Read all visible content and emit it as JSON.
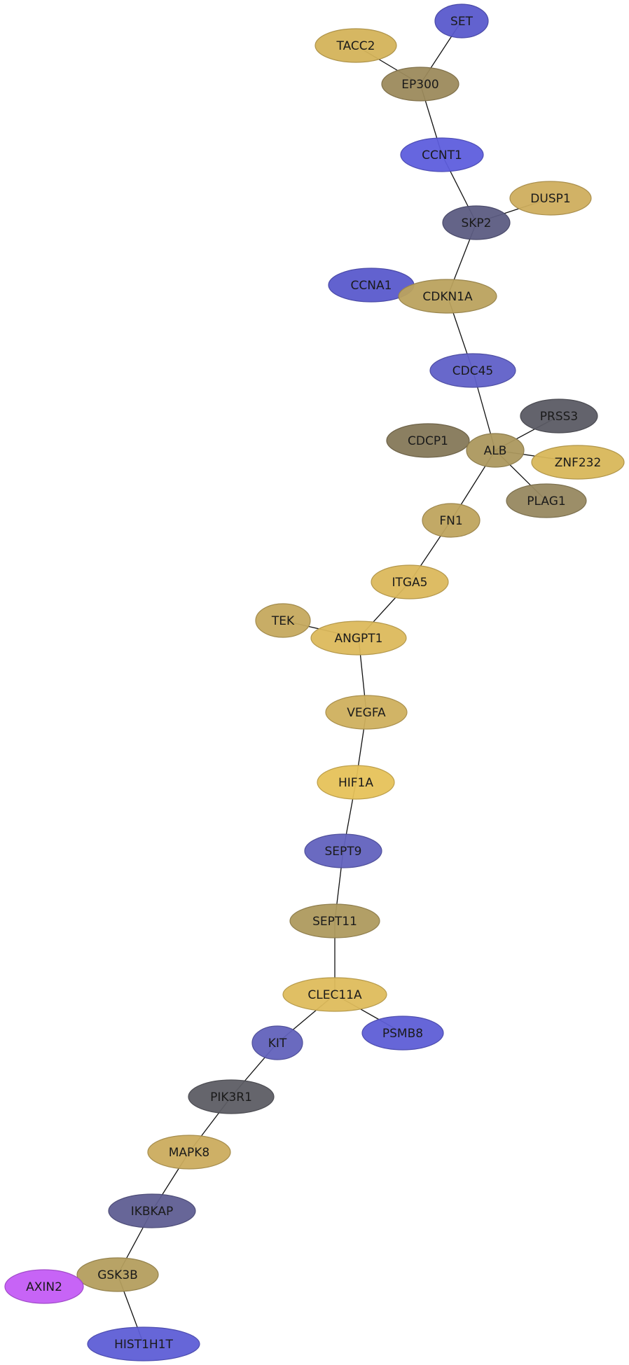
{
  "nodes": [
    {
      "id": "SET",
      "label": "SET",
      "color": "#5a5acc"
    },
    {
      "id": "TACC2",
      "label": "TACC2",
      "color": "#d4b35a"
    },
    {
      "id": "EP300",
      "label": "EP300",
      "color": "#9c8a5c"
    },
    {
      "id": "CCNT1",
      "label": "CCNT1",
      "color": "#5e5edd"
    },
    {
      "id": "DUSP1",
      "label": "DUSP1",
      "color": "#cfae5e"
    },
    {
      "id": "SKP2",
      "label": "SKP2",
      "color": "#5c5c82"
    },
    {
      "id": "CCNA1",
      "label": "CCNA1",
      "color": "#5a5acc"
    },
    {
      "id": "CDKN1A",
      "label": "CDKN1A",
      "color": "#bba25e"
    },
    {
      "id": "CDC45",
      "label": "CDC45",
      "color": "#6060c8"
    },
    {
      "id": "PRSS3",
      "label": "PRSS3",
      "color": "#5b5b64"
    },
    {
      "id": "CDCP1",
      "label": "CDCP1",
      "color": "#857858"
    },
    {
      "id": "ALB",
      "label": "ALB",
      "color": "#ac985e"
    },
    {
      "id": "ZNF232",
      "label": "ZNF232",
      "color": "#d8b75a"
    },
    {
      "id": "PLAG1",
      "label": "PLAG1",
      "color": "#978860"
    },
    {
      "id": "FN1",
      "label": "FN1",
      "color": "#bfa45e"
    },
    {
      "id": "ITGA5",
      "label": "ITGA5",
      "color": "#dbb85c"
    },
    {
      "id": "TEK",
      "label": "TEK",
      "color": "#c5a95e"
    },
    {
      "id": "ANGPT1",
      "label": "ANGPT1",
      "color": "#dcb95c"
    },
    {
      "id": "VEGFA",
      "label": "VEGFA",
      "color": "#cfb05e"
    },
    {
      "id": "HIF1A",
      "label": "HIF1A",
      "color": "#e6c25a"
    },
    {
      "id": "SEPT9",
      "label": "SEPT9",
      "color": "#6262be"
    },
    {
      "id": "SEPT11",
      "label": "SEPT11",
      "color": "#ae9a5e"
    },
    {
      "id": "CLEC11A",
      "label": "CLEC11A",
      "color": "#debc5c"
    },
    {
      "id": "KIT",
      "label": "KIT",
      "color": "#6262bc"
    },
    {
      "id": "PSMB8",
      "label": "PSMB8",
      "color": "#5e5ed6"
    },
    {
      "id": "PIK3R1",
      "label": "PIK3R1",
      "color": "#5d5d64"
    },
    {
      "id": "MAPK8",
      "label": "MAPK8",
      "color": "#cbac5e"
    },
    {
      "id": "IKBKAP",
      "label": "IKBKAP",
      "color": "#5f5e92"
    },
    {
      "id": "GSK3B",
      "label": "GSK3B",
      "color": "#b49e5e"
    },
    {
      "id": "AXIN2",
      "label": "AXIN2",
      "color": "#c45cf5"
    },
    {
      "id": "HIST1H1T",
      "label": "HIST1H1T",
      "color": "#5e5ed6"
    }
  ],
  "edges": [
    [
      "SET",
      "EP300"
    ],
    [
      "TACC2",
      "EP300"
    ],
    [
      "EP300",
      "CCNT1"
    ],
    [
      "CCNT1",
      "SKP2"
    ],
    [
      "DUSP1",
      "SKP2"
    ],
    [
      "SKP2",
      "CDKN1A"
    ],
    [
      "CDKN1A",
      "CDC45"
    ],
    [
      "CDC45",
      "ALB"
    ],
    [
      "PRSS3",
      "ALB"
    ],
    [
      "ZNF232",
      "ALB"
    ],
    [
      "PLAG1",
      "ALB"
    ],
    [
      "ALB",
      "FN1"
    ],
    [
      "FN1",
      "ITGA5"
    ],
    [
      "ITGA5",
      "ANGPT1"
    ],
    [
      "TEK",
      "ANGPT1"
    ],
    [
      "ANGPT1",
      "VEGFA"
    ],
    [
      "VEGFA",
      "HIF1A"
    ],
    [
      "HIF1A",
      "SEPT9"
    ],
    [
      "SEPT9",
      "SEPT11"
    ],
    [
      "SEPT11",
      "CLEC11A"
    ],
    [
      "CLEC11A",
      "KIT"
    ],
    [
      "CLEC11A",
      "PSMB8"
    ],
    [
      "KIT",
      "PIK3R1"
    ],
    [
      "PIK3R1",
      "MAPK8"
    ],
    [
      "MAPK8",
      "IKBKAP"
    ],
    [
      "IKBKAP",
      "GSK3B"
    ],
    [
      "GSK3B",
      "HIST1H1T"
    ]
  ]
}
